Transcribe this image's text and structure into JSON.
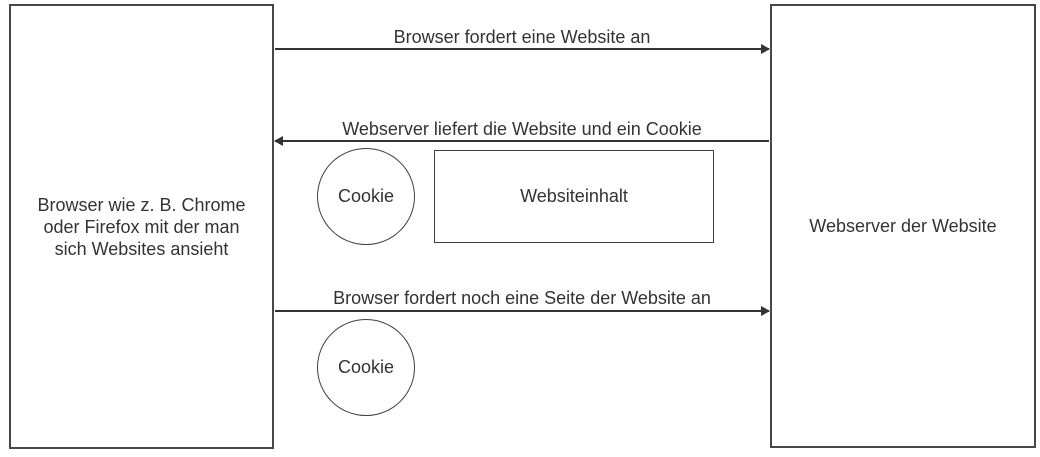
{
  "diagram": {
    "actors": {
      "browser": {
        "label": "Browser wie z. B. Chrome\noder Firefox mit der man\nsich Websites ansieht"
      },
      "webserver": {
        "label": "Webserver der Website"
      }
    },
    "messages": [
      {
        "label": "Browser fordert eine Website an",
        "from": "browser",
        "to": "webserver",
        "direction": "right"
      },
      {
        "label": "Webserver liefert die Website und ein Cookie",
        "from": "webserver",
        "to": "browser",
        "direction": "left"
      },
      {
        "label": "Browser fordert noch eine Seite der Website an",
        "from": "browser",
        "to": "webserver",
        "direction": "right"
      }
    ],
    "payloads": {
      "response_cookie": "Cookie",
      "website_content": "Websiteinhalt",
      "request_cookie": "Cookie"
    },
    "colors": {
      "background": "#ffffff",
      "stroke": "#3f3f3f",
      "text": "#333333"
    }
  }
}
